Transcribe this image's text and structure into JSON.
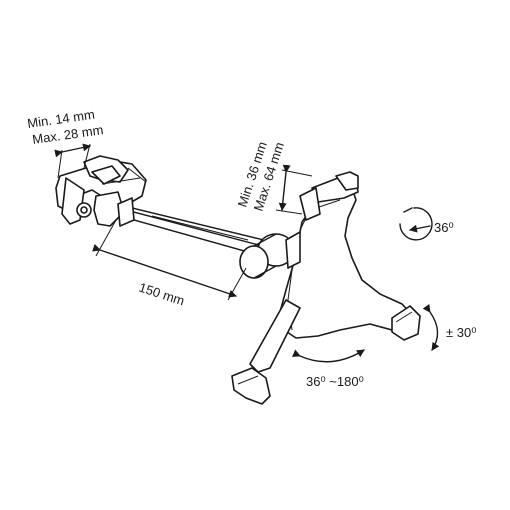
{
  "labels": {
    "clamp_min": "Min. 14 mm",
    "clamp_max": "Max. 28 mm",
    "arm_length": "150 mm",
    "holder_min": "Min. 36 mm",
    "holder_max": "Max. 64 mm",
    "rotation": "36⁰",
    "tilt": "± 30⁰",
    "swivel": "36⁰ ~180⁰"
  },
  "colors": {
    "line": "#1a1a1a",
    "background": "#ffffff"
  }
}
